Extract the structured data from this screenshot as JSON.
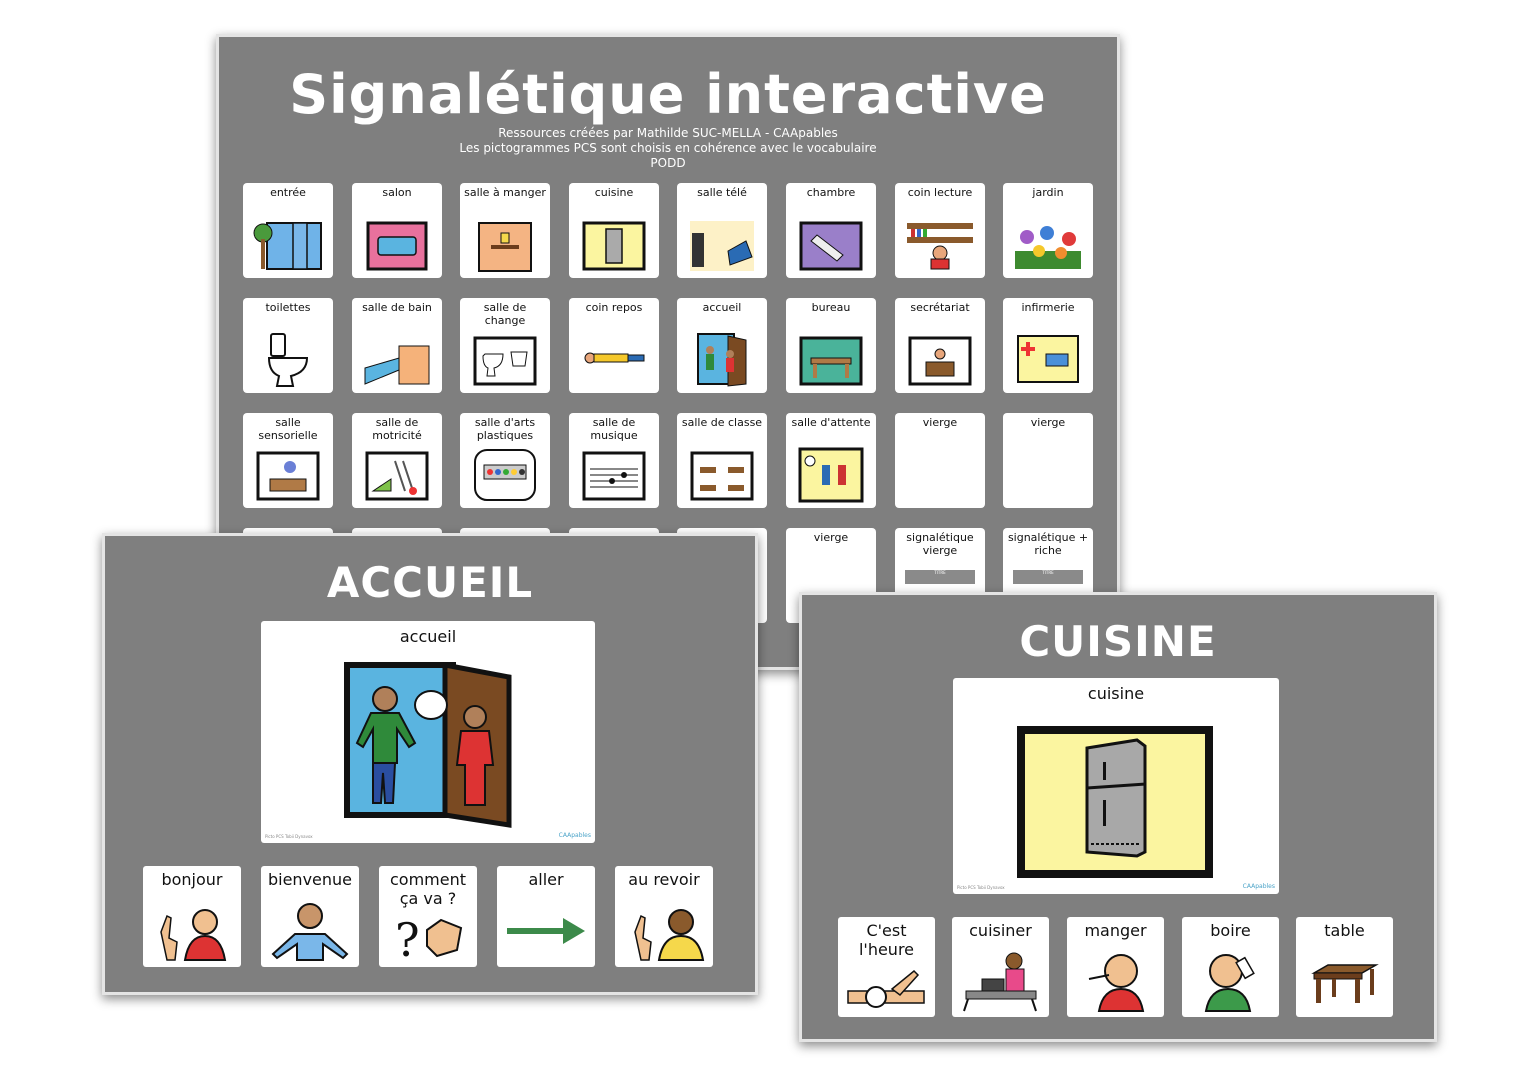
{
  "main": {
    "title": "Signalétique interactive",
    "subtitle_lines": [
      "Ressources créées par Mathilde SUC-MELLA - CAApables",
      "Les pictogrammes PCS sont choisis en cohérence avec le vocabulaire",
      "PODD"
    ],
    "rows": [
      [
        {
          "label": "entrée",
          "icon": "entrance-icon"
        },
        {
          "label": "salon",
          "icon": "sofa-icon"
        },
        {
          "label": "salle à manger",
          "icon": "dining-icon"
        },
        {
          "label": "cuisine",
          "icon": "fridge-icon"
        },
        {
          "label": "salle télé",
          "icon": "tv-room-icon"
        },
        {
          "label": "chambre",
          "icon": "bed-icon"
        },
        {
          "label": "coin lecture",
          "icon": "reading-icon"
        },
        {
          "label": "jardin",
          "icon": "flowers-icon"
        }
      ],
      [
        {
          "label": "toilettes",
          "icon": "toilet-icon"
        },
        {
          "label": "salle de bain",
          "icon": "bathtub-icon"
        },
        {
          "label": "salle de change",
          "icon": "diaper-change-icon"
        },
        {
          "label": "coin repos",
          "icon": "rest-icon"
        },
        {
          "label": "accueil",
          "icon": "welcome-door-icon"
        },
        {
          "label": "bureau",
          "icon": "desk-icon"
        },
        {
          "label": "secrétariat",
          "icon": "secretary-icon"
        },
        {
          "label": "infirmerie",
          "icon": "infirmary-icon"
        }
      ],
      [
        {
          "label": "salle sensorielle",
          "icon": "sensory-icon"
        },
        {
          "label": "salle de motricité",
          "icon": "motor-skills-icon"
        },
        {
          "label": "salle d'arts plastiques",
          "icon": "paint-icon"
        },
        {
          "label": "salle de musique",
          "icon": "music-icon"
        },
        {
          "label": "salle de classe",
          "icon": "classroom-icon"
        },
        {
          "label": "salle d'attente",
          "icon": "waiting-icon"
        },
        {
          "label": "vierge",
          "icon": ""
        },
        {
          "label": "vierge",
          "icon": ""
        }
      ],
      [
        {
          "label": "vierge",
          "icon": ""
        },
        {
          "label": "signalétique vierge",
          "icon": "mini-board-icon"
        },
        {
          "label": "signalétique + riche",
          "icon": "mini-board-icon"
        }
      ]
    ],
    "mini_board_title": "TITRE"
  },
  "accueil": {
    "title": "ACCUEIL",
    "main_card_label": "accueil",
    "footer_left": "Picto PCS Tobii Dynavox",
    "footer_right": "CAApables",
    "words": [
      {
        "label": "bonjour",
        "icon": "hello-wave-icon"
      },
      {
        "label": "bienvenue",
        "icon": "welcome-arms-icon"
      },
      {
        "label": "comment ça va ?",
        "icon": "question-hand-icon"
      },
      {
        "label": "aller",
        "icon": "arrow-right-icon"
      },
      {
        "label": "au revoir",
        "icon": "goodbye-wave-icon"
      }
    ]
  },
  "cuisine": {
    "title": "CUISINE",
    "main_card_label": "cuisine",
    "footer_left": "Picto PCS Tobii Dynavox",
    "footer_right": "CAApables",
    "words": [
      {
        "label": "C'est l'heure",
        "icon": "watch-icon"
      },
      {
        "label": "cuisiner",
        "icon": "cooking-icon"
      },
      {
        "label": "manger",
        "icon": "eating-icon"
      },
      {
        "label": "boire",
        "icon": "drinking-icon"
      },
      {
        "label": "table",
        "icon": "table-icon"
      }
    ]
  },
  "colors": {
    "board_bg": "#7f7f7f",
    "card_bg": "#ffffff",
    "fridge_bg": "#fbf5a0",
    "arrow": "#3c8a4a"
  }
}
